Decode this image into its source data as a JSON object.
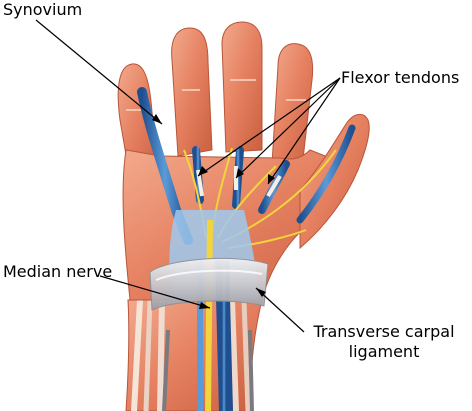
{
  "labels": {
    "synovium": "Synovium",
    "flexor_tendons": "Flexor tendons",
    "median_nerve": "Median nerve",
    "transverse_carpal_line1": "Transverse carpal",
    "transverse_carpal_line2": "ligament"
  },
  "colors": {
    "skin": "#e8896a",
    "skin_dark": "#c45a3c",
    "skin_light": "#f4b49a",
    "tendon_blue": "#2f6fb5",
    "tendon_light": "#8fbde6",
    "nerve_yellow": "#f2d43c",
    "ligament_grey": "#c8c8cc",
    "leader_line": "#000000"
  }
}
